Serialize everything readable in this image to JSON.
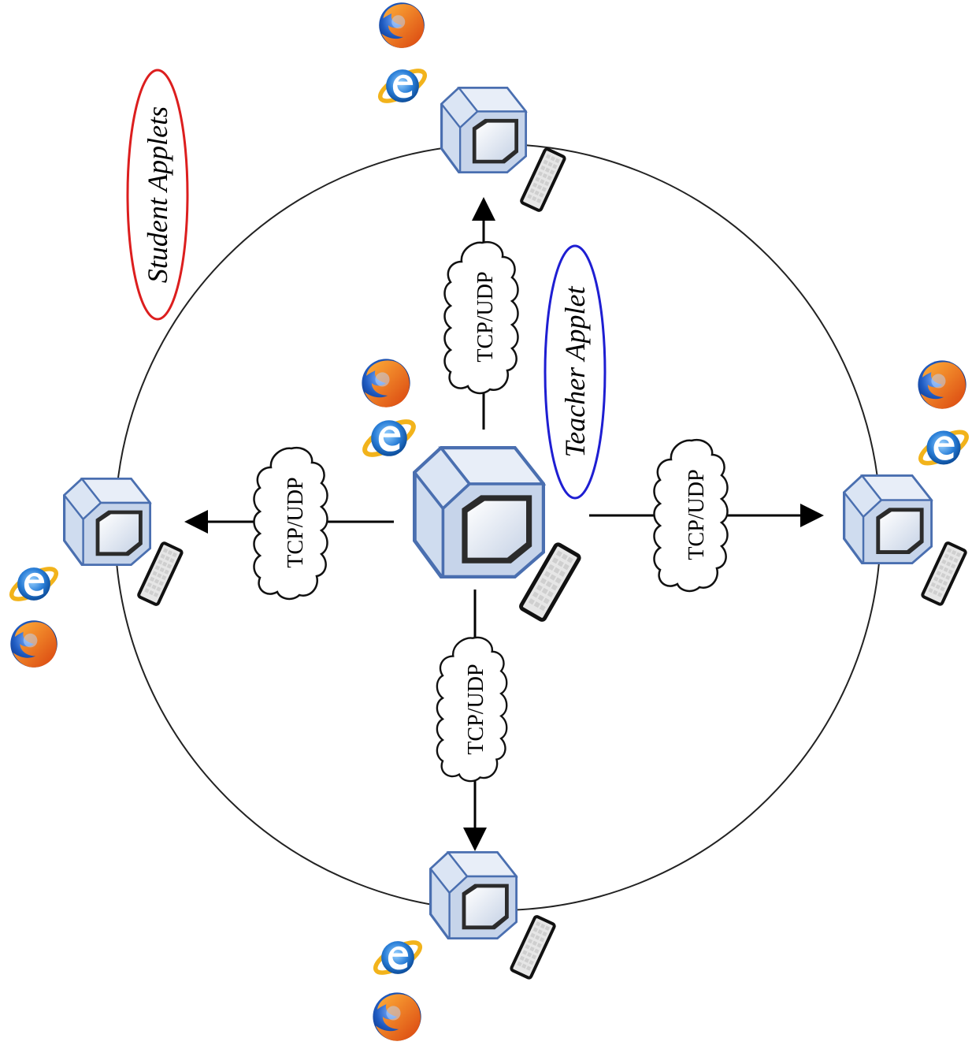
{
  "labels": {
    "teacher_applet": "Teacher Applet",
    "student_applets": "Student Applets",
    "protocol": "TCP/UDP"
  },
  "colors": {
    "teacher_oval": "#1e1ed2",
    "student_oval": "#dc1e1e",
    "computer_stroke": "#4a6fb0",
    "computer_fill": "#d6e2f2",
    "ring": "#222222",
    "arrow": "#000000"
  },
  "icons": {
    "computer": "computer-icon",
    "keyboard": "keyboard-icon",
    "firefox": "firefox-icon",
    "internet_explorer": "ie-icon"
  }
}
